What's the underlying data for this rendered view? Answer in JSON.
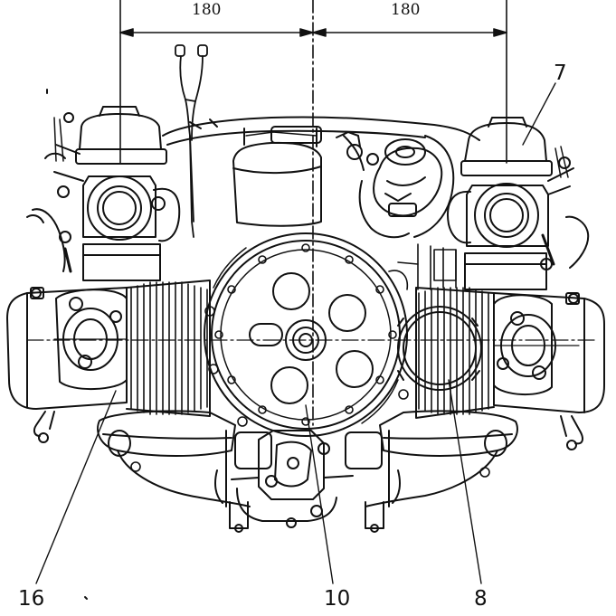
{
  "dimensions": {
    "left_spacing": "180",
    "right_spacing": "180"
  },
  "callouts": {
    "c7": "7",
    "c16": "16",
    "c10": "10",
    "c8": "8"
  }
}
